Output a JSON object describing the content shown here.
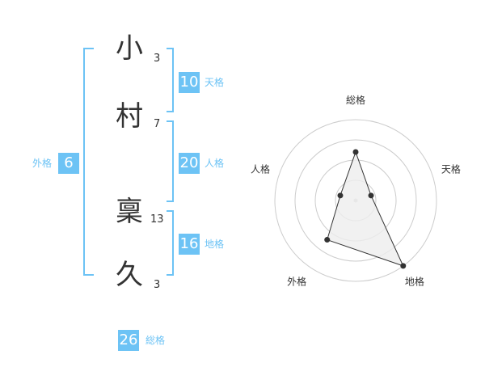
{
  "name_chars": [
    {
      "char": "小",
      "strokes": "3"
    },
    {
      "char": "村",
      "strokes": "7"
    },
    {
      "char": "稟",
      "strokes": "13"
    },
    {
      "char": "久",
      "strokes": "3"
    }
  ],
  "fortunes": {
    "tenkaku": {
      "value": "10",
      "label": "天格"
    },
    "jinkaku": {
      "value": "20",
      "label": "人格"
    },
    "chikaku": {
      "value": "16",
      "label": "地格"
    },
    "gaikaku": {
      "value": "6",
      "label": "外格"
    },
    "soukaku": {
      "value": "26",
      "label": "総格"
    }
  },
  "colors": {
    "accent": "#6dc3f5",
    "text": "#333333",
    "grid": "#cccccc",
    "fill": "#eeeeee"
  },
  "chart_data": {
    "type": "radar",
    "axes": [
      "総格",
      "天格",
      "地格",
      "外格",
      "人格"
    ],
    "values": [
      3,
      1,
      5,
      3,
      1
    ],
    "max": 5,
    "rings": 4
  }
}
